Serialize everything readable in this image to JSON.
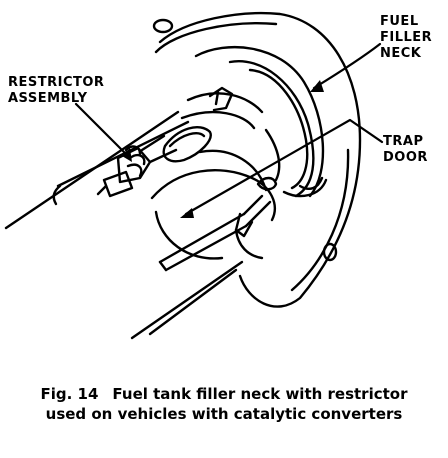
{
  "labels": {
    "fuel_filler_neck": [
      "FUEL",
      "FILLER",
      "NECK"
    ],
    "restrictor_assembly": [
      "RESTRICTOR",
      "ASSEMBLY"
    ],
    "trap_door": [
      "TRAP",
      "DOOR"
    ]
  },
  "caption": {
    "figure_number": "Fig. 14",
    "line1": "Fuel tank filler neck with restrictor",
    "line2": "used on vehicles with catalytic converters"
  },
  "colors": {
    "ink": "#000000",
    "paper": "#ffffff"
  }
}
